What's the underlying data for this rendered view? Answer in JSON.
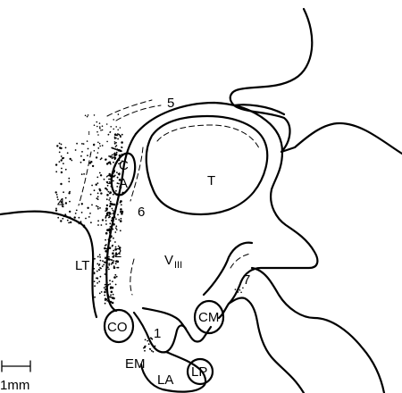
{
  "labels": {
    "T": "T",
    "CA_top": "C",
    "CA_bottom": "A",
    "n1": "1",
    "n2": "2",
    "n3": "3",
    "n4": "4",
    "n5": "5",
    "n6": "6",
    "n7": "7",
    "LT": "LT",
    "V_main": "V",
    "V_sub": "III",
    "CO": "CO",
    "CM": "CM",
    "EM": "EM",
    "LA": "LA",
    "LP": "LP"
  },
  "scale_bar": {
    "label": "1mm"
  }
}
